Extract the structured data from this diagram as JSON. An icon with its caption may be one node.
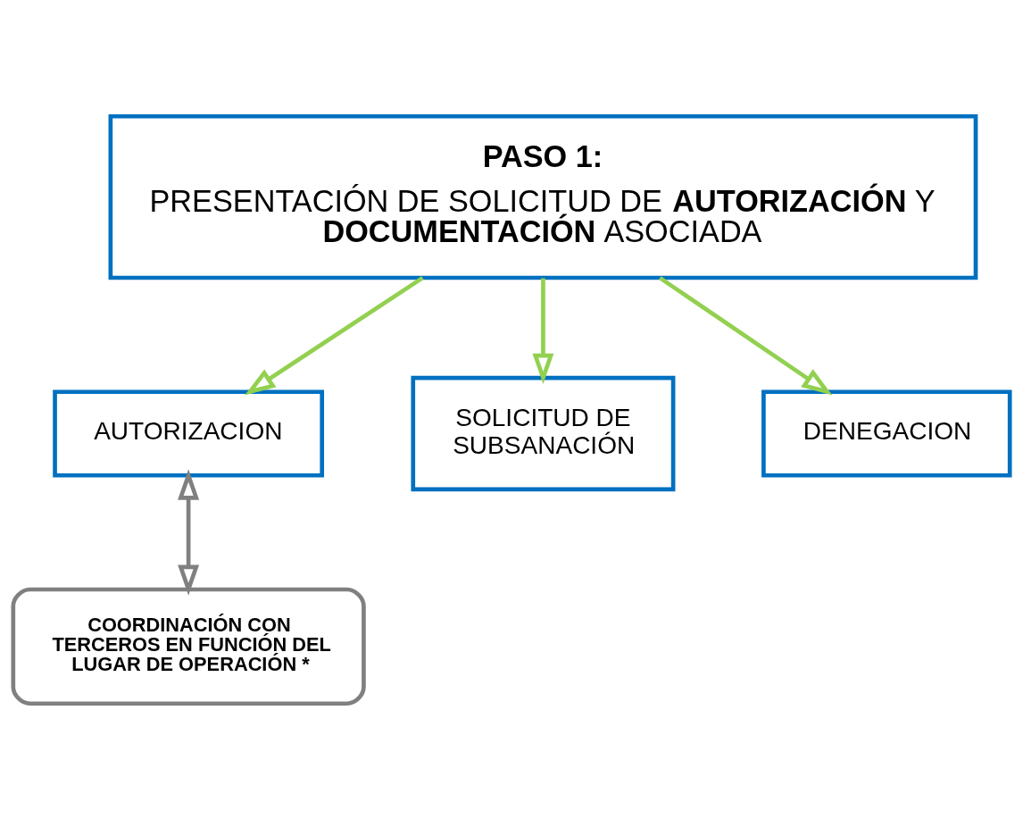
{
  "diagram": {
    "nodes": [
      {
        "text": [
          "PASO 1:",
          "PRESENTACIÓN DE SOLICITUD DE **AUTORIZACIÓN** Y **DOCUMENTACIÓN** ASOCIADA"
        ]
      },
      {
        "text": [
          "AUTORIZACION"
        ]
      },
      {
        "text": [
          "SOLICITUD DE SUBSANACIÓN"
        ]
      },
      {
        "text": [
          "DENEGACION"
        ]
      },
      {
        "text": [
          "COORDINACIÓN CON TERCEROS EN FUNCIÓN DEL LUGAR DE OPERACIÓN *"
        ]
      }
    ],
    "edges": [
      {
        "from": 0,
        "to": 1,
        "arrow": "to"
      },
      {
        "from": 0,
        "to": 2,
        "arrow": "to"
      },
      {
        "from": 0,
        "to": 3,
        "arrow": "to"
      },
      {
        "from": 1,
        "to": 4,
        "arrow": "both",
        "color": "#808080"
      }
    ]
  }
}
